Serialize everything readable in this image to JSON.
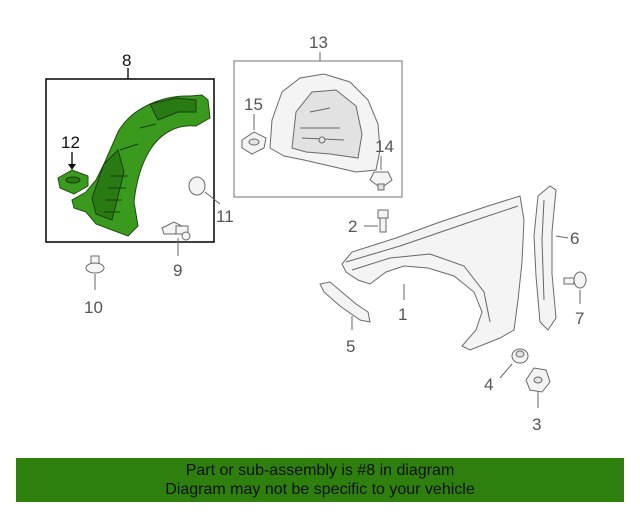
{
  "callouts": {
    "c1": "1",
    "c2": "2",
    "c3": "3",
    "c4": "4",
    "c5": "5",
    "c6": "6",
    "c7": "7",
    "c8": "8",
    "c9": "9",
    "c10": "10",
    "c11": "11",
    "c12": "12",
    "c13": "13",
    "c14": "14",
    "c15": "15"
  },
  "banner": {
    "line1": "Part or sub-assembly is #8 in diagram",
    "line2": "Diagram may not be specific to your vehicle"
  },
  "colors": {
    "highlight_part": "#3a9a1e",
    "banner_background": "#2f7f0f",
    "callout_text": "#555555"
  },
  "highlighted_part": "8"
}
